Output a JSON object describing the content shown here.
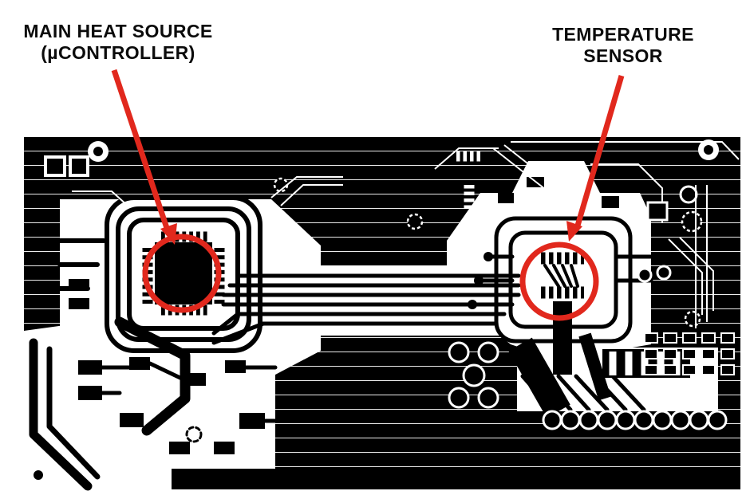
{
  "figure": {
    "type": "annotated-pcb-copper-layout",
    "colors": {
      "background": "#ffffff",
      "board": "#000000",
      "annotation-red": "#e1281d",
      "label-text": "#0b0b0b"
    },
    "labels": {
      "heat_source": {
        "line1": "MAIN HEAT SOURCE",
        "line2": "(µCONTROLLER)"
      },
      "temperature_sensor": {
        "line1": "TEMPERATURE",
        "line2": "SENSOR"
      }
    }
  }
}
